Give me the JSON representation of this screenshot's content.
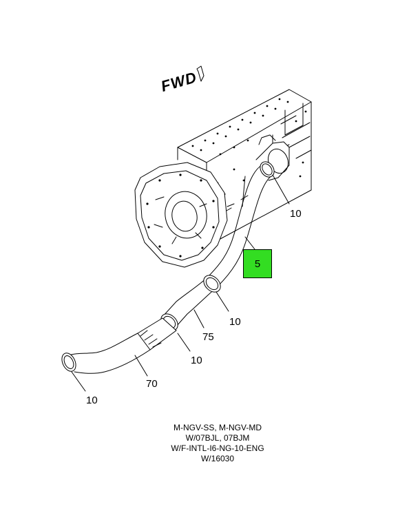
{
  "diagram": {
    "fwd_label": "FWD",
    "highlight_color": "#33dd22",
    "callouts": {
      "c10_top": "10",
      "c5": "5",
      "c10_mid": "10",
      "c75": "75",
      "c10_lower": "10",
      "c70": "70",
      "c10_bottom": "10"
    },
    "caption": [
      "M-NGV-SS, M-NGV-MD",
      "W/07BJL, 07BJM",
      "W/F-INTL-I6-NG-10-ENG",
      "W/16030"
    ]
  }
}
